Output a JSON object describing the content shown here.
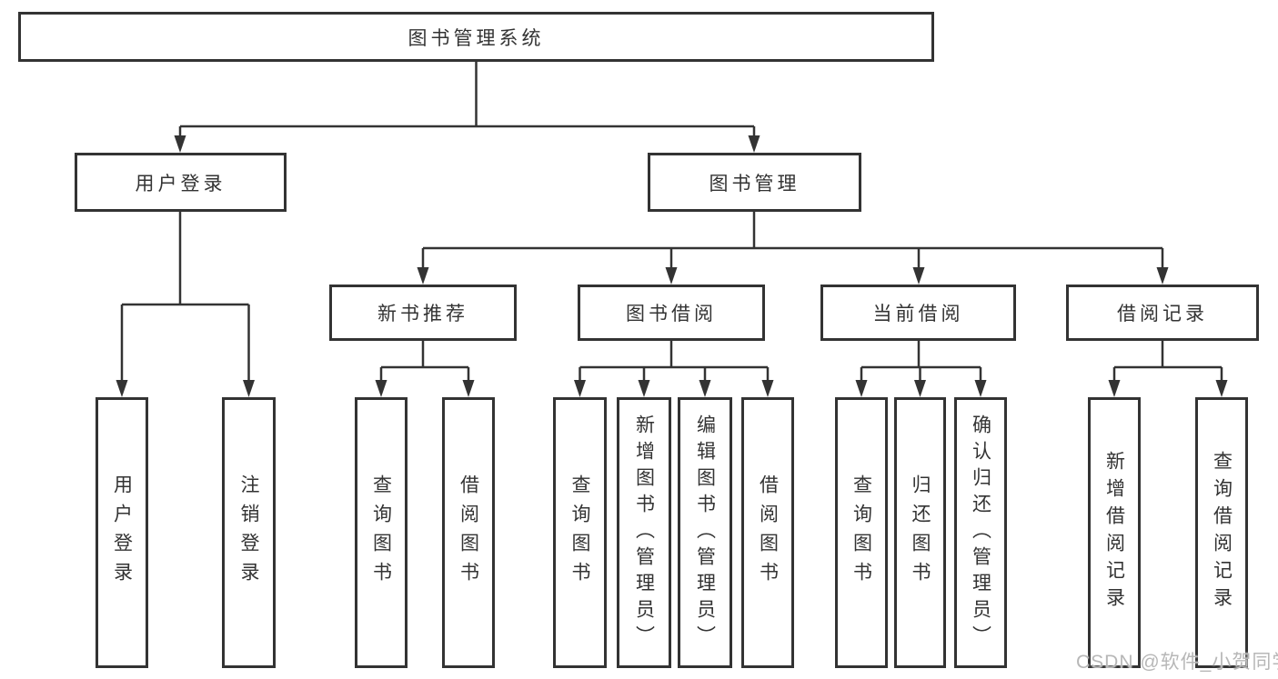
{
  "diagram": {
    "type": "tree",
    "root_label": "图书管理系统",
    "children": [
      {
        "label": "用户登录",
        "children": [
          {
            "label": "用户登录"
          },
          {
            "label": "注销登录"
          }
        ]
      },
      {
        "label": "图书管理",
        "children": [
          {
            "label": "新书推荐",
            "children": [
              {
                "label": "查询图书"
              },
              {
                "label": "借阅图书"
              }
            ]
          },
          {
            "label": "图书借阅",
            "children": [
              {
                "label": "查询图书"
              },
              {
                "label": "新增图书（管理员）"
              },
              {
                "label": "编辑图书（管理员）"
              },
              {
                "label": "借阅图书"
              }
            ]
          },
          {
            "label": "当前借阅",
            "children": [
              {
                "label": "查询图书"
              },
              {
                "label": "归还图书"
              },
              {
                "label": "确认归还（管理员）"
              }
            ]
          },
          {
            "label": "借阅记录",
            "children": [
              {
                "label": "新增借阅记录"
              },
              {
                "label": "查询借阅记录"
              }
            ]
          }
        ]
      }
    ]
  },
  "watermark": {
    "text": "CSDN @软件_小贺同学"
  },
  "colors": {
    "line": "#333333",
    "box_border": "#333333",
    "text": "#333333",
    "watermark": "#b7b7b7",
    "background": "#ffffff"
  }
}
